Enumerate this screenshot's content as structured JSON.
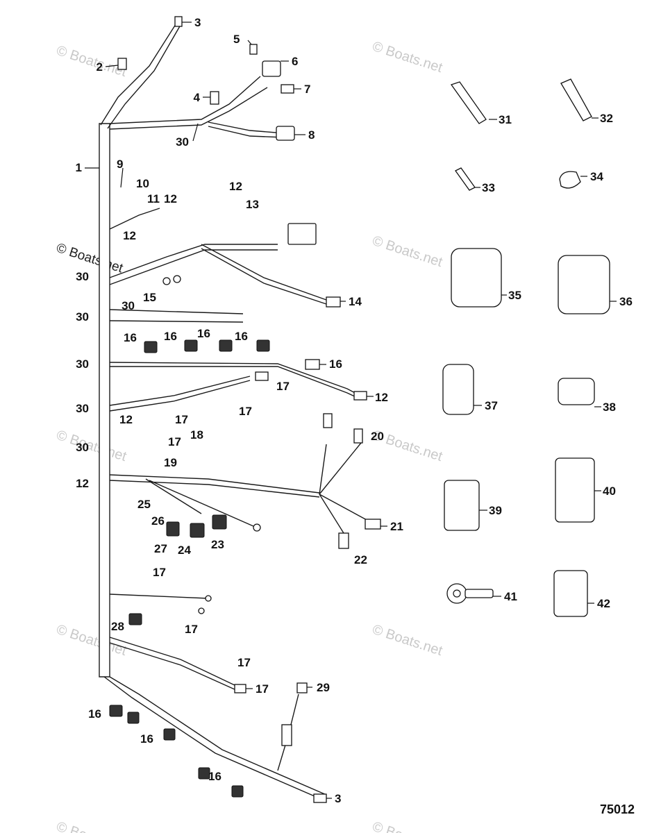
{
  "watermarks": [
    "© Boats.net",
    "© Boats.net",
    "© Boats.net",
    "© Boats.net",
    "© Boats.net",
    "© Boats.net",
    "© Boats.net",
    "© Boats.net",
    "© Boats.net",
    "© Boats.net"
  ],
  "watermark_strong": "© Boats.net",
  "figure_number": "75012",
  "callouts": {
    "c1": "1",
    "c2": "2",
    "c3a": "3",
    "c3b": "3",
    "c4": "4",
    "c5": "5",
    "c6": "6",
    "c7": "7",
    "c8": "8",
    "c9": "9",
    "c10": "10",
    "c11": "11",
    "c12a": "12",
    "c12b": "12",
    "c12c": "12",
    "c12d": "12",
    "c12e": "12",
    "c12f": "12",
    "c13": "13",
    "c14": "14",
    "c15": "15",
    "c16a": "16",
    "c16b": "16",
    "c16c": "16",
    "c16d": "16",
    "c16e": "16",
    "c16f": "16",
    "c16g": "16",
    "c16h": "16",
    "c17a": "17",
    "c17b": "17",
    "c17c": "17",
    "c17d": "17",
    "c17e": "17",
    "c17f": "17",
    "c17g": "17",
    "c17h": "17",
    "c18": "18",
    "c19": "19",
    "c20": "20",
    "c21": "21",
    "c22": "22",
    "c23": "23",
    "c24": "24",
    "c25": "25",
    "c26": "26",
    "c27": "27",
    "c28": "28",
    "c29": "29",
    "c30a": "30",
    "c30b": "30",
    "c30c": "30",
    "c30d": "30",
    "c30e": "30",
    "c30f": "30",
    "c30g": "30",
    "c31": "31",
    "c32": "32",
    "c33": "33",
    "c34": "34",
    "c35": "35",
    "c36": "36",
    "c37": "37",
    "c38": "38",
    "c39": "39",
    "c40": "40",
    "c41": "41",
    "c42": "42"
  }
}
